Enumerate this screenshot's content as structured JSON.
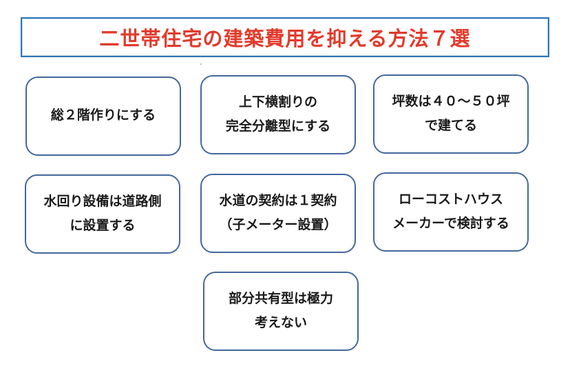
{
  "title": "二世帯住宅の建築費用を抑える方法７選",
  "stray_mark": "'",
  "colors": {
    "title_text": "#e23a2b",
    "title_border": "#2e75b6",
    "card_border": "#44679e",
    "card_text": "#1a1a1a",
    "background": "#ffffff"
  },
  "boxes": [
    {
      "id": "box-full-two-story",
      "lines": [
        "総２階作りにする"
      ]
    },
    {
      "id": "box-horizontal-split",
      "lines": [
        "上下横割りの",
        "完全分離型にする"
      ]
    },
    {
      "id": "box-floor-area",
      "lines": [
        "坪数は４０〜５０坪",
        "で建てる"
      ]
    },
    {
      "id": "box-plumbing-roadside",
      "lines": [
        "水回り設備は道路側",
        "に設置する"
      ]
    },
    {
      "id": "box-water-contract",
      "lines": [
        "水道の契約は１契約",
        "（子メーター設置）"
      ]
    },
    {
      "id": "box-lowcost-maker",
      "lines": [
        "ローコストハウス",
        "メーカーで検討する"
      ]
    },
    {
      "id": "box-avoid-partial-share",
      "lines": [
        "部分共有型は極力",
        "考えない"
      ]
    }
  ]
}
